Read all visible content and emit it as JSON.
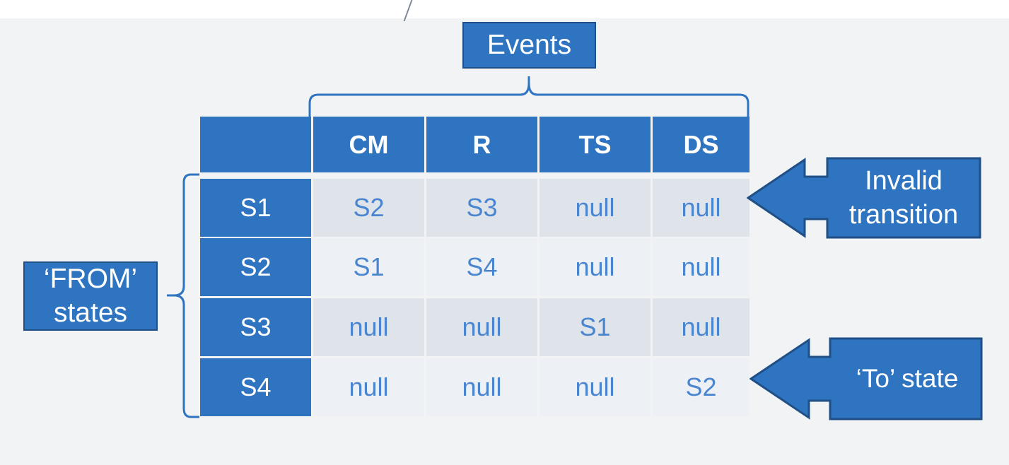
{
  "header": {
    "label": "Events"
  },
  "columns": [
    "CM",
    "R",
    "TS",
    "DS"
  ],
  "rows": [
    {
      "state": "S1",
      "cells": [
        "S2",
        "S3",
        "null",
        "null"
      ]
    },
    {
      "state": "S2",
      "cells": [
        "S1",
        "S4",
        "null",
        "null"
      ]
    },
    {
      "state": "S3",
      "cells": [
        "null",
        "null",
        "S1",
        "null"
      ]
    },
    {
      "state": "S4",
      "cells": [
        "null",
        "null",
        "null",
        "S2"
      ]
    }
  ],
  "from_states": {
    "line1": "‘FROM’",
    "line2": "states"
  },
  "invalid": {
    "line1": "Invalid",
    "line2": "transition"
  },
  "to_state": {
    "label": "‘To’ state"
  },
  "colors": {
    "accent": "#2f74c0",
    "border": "#1f4f86",
    "cell_text": "#4a86d0"
  }
}
